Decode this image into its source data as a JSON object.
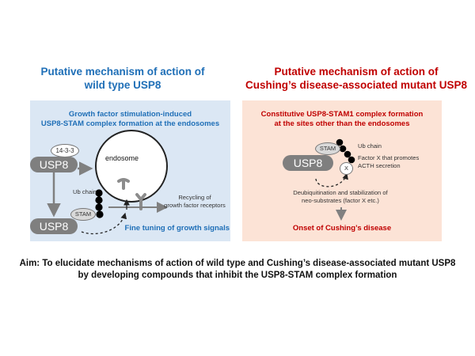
{
  "left": {
    "title_line1": "Putative mechanism of action of",
    "title_line2": "wild type USP8",
    "header_line1": "Growth factor stimulation-induced",
    "header_line2": "USP8-STAM complex formation at the endosomes",
    "label_1433": "14-3-3",
    "usp8_top": "USP8",
    "usp8_bottom": "USP8",
    "stam": "STAM",
    "ub_chain": "Ub chain",
    "endosome": "endosome",
    "recycling_line1": "Recycling of",
    "recycling_line2": "growth factor receptors",
    "outcome": "Fine tuning of growth signals"
  },
  "right": {
    "title_line1": "Putative mechanism of action of",
    "title_line2": "Cushing’s disease-associated mutant USP8",
    "header_line1": "Constitutive USP8-STAM1 complex formation",
    "header_line2": "at the sites other than the endosomes",
    "stam": "STAM",
    "ub_chain": "Ub chain",
    "usp8": "USP8",
    "factor_x": "X",
    "factor_line1": "Factor X that promotes",
    "factor_line2": "ACTH secretion",
    "deubi_line1": "Deubiquitination and stabilization of",
    "deubi_line2": "neo-substrates (factor X etc.)",
    "outcome": "Onset of Cushing’s disease"
  },
  "aim": {
    "line1": "Aim: To elucidate mechanisms of action of wild type and Cushing’s disease-associated mutant USP8",
    "line2": "by developing compounds that inhibit the USP8-STAM complex formation"
  },
  "colors": {
    "blue_text": "#1f6fb7",
    "red_text": "#c00000",
    "left_panel": "#dbe7f4",
    "right_panel": "#fce3d6",
    "usp8_fill": "#7f7f7f"
  }
}
